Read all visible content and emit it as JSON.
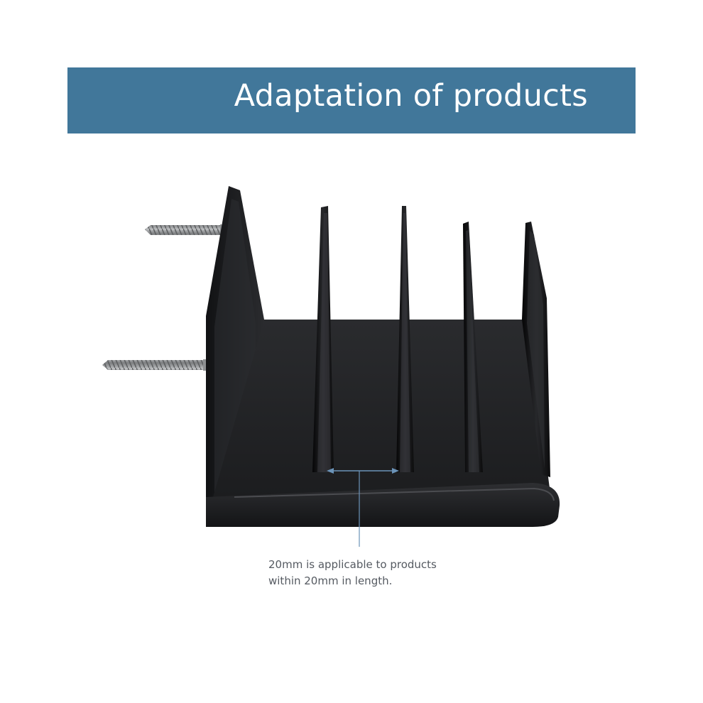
{
  "banner": {
    "title": "Adaptation of products",
    "color": "#41779a"
  },
  "product": {
    "name_icon": "desk-organizer-with-screws",
    "body_color": "#1a1b1d",
    "screw_color": "#9a9c9e"
  },
  "caption": {
    "line1": "20mm is applicable to products",
    "line2": "within 20mm in length."
  }
}
